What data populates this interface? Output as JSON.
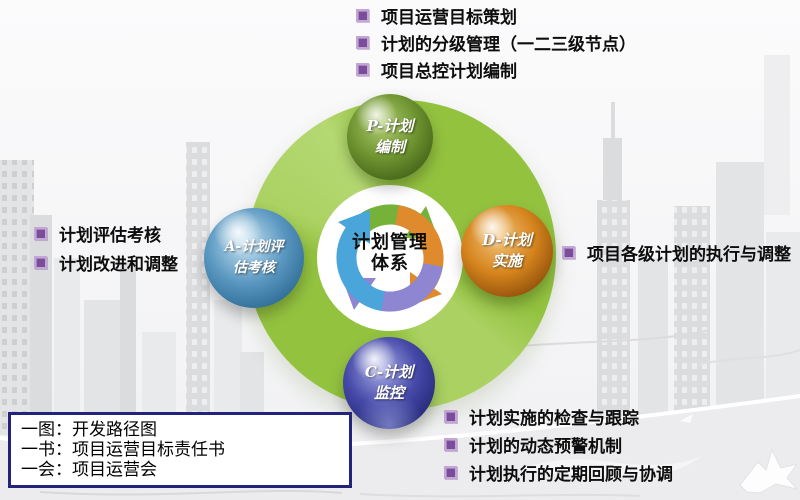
{
  "slide": {
    "hub": {
      "line1": "计划管理",
      "line2": "体系"
    },
    "spheres": {
      "p": {
        "line1": "P-计划",
        "line2": "编制"
      },
      "d": {
        "line1": "D-计划",
        "line2": "实施"
      },
      "c": {
        "line1": "C-计划",
        "line2": "监控"
      },
      "a": {
        "line1": "A-计划评",
        "line2": "估考核"
      }
    },
    "lists": {
      "top": [
        "项目运营目标策划",
        "计划的分级管理（一二三级节点）",
        "项目总控计划编制"
      ],
      "left": [
        "计划评估考核",
        "计划改进和调整"
      ],
      "right": [
        "项目各级计划的执行与调整"
      ],
      "bottom_right": [
        "计划实施的检查与跟踪",
        "计划的动态预警机制",
        "计划执行的定期回顾与协调"
      ]
    },
    "summary_box": {
      "lines": [
        "一图：开发路径图",
        "一书：项目运营目标责任书",
        "一会：项目运营会"
      ]
    }
  },
  "icons": {
    "bullet": "purple-square-bullet",
    "dove": "white-dove-silhouette"
  },
  "colors": {
    "ring_green": "#93c23f",
    "ring_green_light": "#aad162",
    "sphere_plan_green": "#6e9430",
    "sphere_do_orange": "#d5841d",
    "sphere_check_indigo": "#4649a8",
    "sphere_act_blue": "#5b98c1",
    "arrow_top_green": "#76b23a",
    "arrow_right_orange": "#e08a2e",
    "arrow_bottom_purple": "#8f86d2",
    "arrow_left_blue": "#49a5da",
    "bullet_purple": "#7a4d9b",
    "box_border_navy": "#23237e",
    "text_black": "#0d0d0d"
  }
}
